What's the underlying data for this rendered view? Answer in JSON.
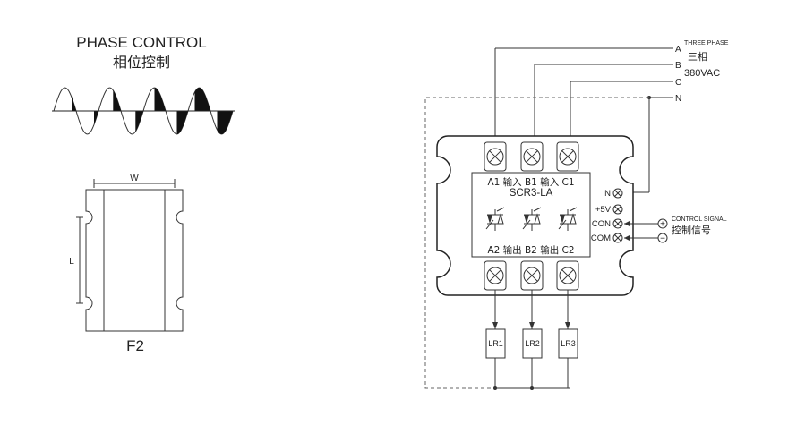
{
  "phase_control": {
    "title": "PHASE CONTROL",
    "subtitle": "相位控制"
  },
  "package": {
    "width_label": "W",
    "length_label": "L",
    "name": "F2"
  },
  "supply": {
    "lines": [
      "A",
      "B",
      "C",
      "N"
    ],
    "note_en": "THREE PHASE",
    "note_cn": "三相",
    "voltage": "380VAC"
  },
  "module": {
    "model": "SCR3-LA",
    "inputs_label": "A1 输入 B1 输入 C1",
    "outputs_label": "A2 输出 B2 输出 C2",
    "pins": [
      "N",
      "+5V",
      "CON",
      "COM"
    ]
  },
  "control_signal": {
    "label_en": "CONTROL SIGNAL",
    "label_cn": "控制信号",
    "plus": "+",
    "minus": "−"
  },
  "loads": [
    "LR1",
    "LR2",
    "LR3"
  ]
}
